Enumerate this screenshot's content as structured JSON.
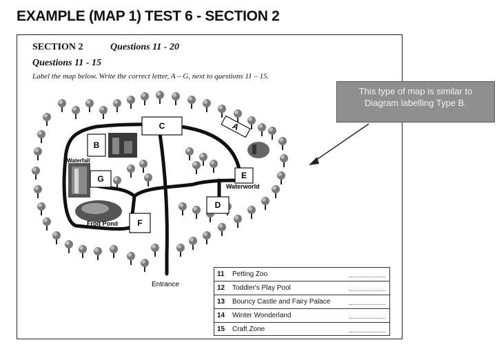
{
  "header": {
    "title": "EXAMPLE (MAP 1) TEST 6 - SECTION 2"
  },
  "section": {
    "label": "SECTION 2",
    "questions_range": "Questions 11 - 20",
    "sub_range": "Questions 11 - 15",
    "instructions": "Label the map below. Write the correct letter, A – G, next to questions 11 – 15."
  },
  "note": {
    "text": "This type of map is similar to Diagram labelling Type B."
  },
  "map": {
    "letters": [
      "A",
      "B",
      "C",
      "D",
      "E",
      "F",
      "G"
    ],
    "places": {
      "waterfall": "Waterfall",
      "frog_pond": "Frog Pond",
      "waterworld": "Waterworld",
      "entrance": "Entrance"
    }
  },
  "questions": [
    {
      "num": "11",
      "label": "Petting Zoo"
    },
    {
      "num": "12",
      "label": "Toddler's Play Pool"
    },
    {
      "num": "13",
      "label": "Bouncy Castle and Fairy Palace"
    },
    {
      "num": "14",
      "label": "Winter Wonderland"
    },
    {
      "num": "15",
      "label": "Craft Zone"
    }
  ]
}
